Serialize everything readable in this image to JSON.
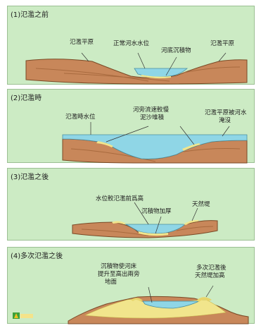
{
  "panels": [
    {
      "title": "(1)氾濫之前",
      "labels": {
        "floodplain_left": "氾濫平原",
        "normal_level": "正常河水水位",
        "sediment": "河底沉積物",
        "floodplain_right": "氾濫平原"
      }
    },
    {
      "title": "(2)氾濫時",
      "labels": {
        "flood_level": "氾濫時水位",
        "bank_sediment": [
          "河旁流速較慢",
          "泥沙堆積"
        ],
        "inundation": [
          "氾濫平原被河水",
          "淹沒"
        ]
      }
    },
    {
      "title": "(3)氾濫之後",
      "labels": {
        "level_higher": "水位較氾濫前爲高",
        "levee": "天然堤",
        "sediment_thicker": "沉積物加厚"
      }
    },
    {
      "title": "(4)多次氾濫之後",
      "labels": {
        "bed_raised": [
          "沉積物使河床",
          "提升至高出兩旁",
          "地面"
        ],
        "levee_higher": [
          "多次氾濫後",
          "天然堤加高"
        ]
      }
    }
  ],
  "colors": {
    "panel_bg": "#ccebc4",
    "soil": "#c8875a",
    "soil_dark": "#a86a3e",
    "water": "#8fd6e6",
    "sediment": "#f1e58c"
  }
}
